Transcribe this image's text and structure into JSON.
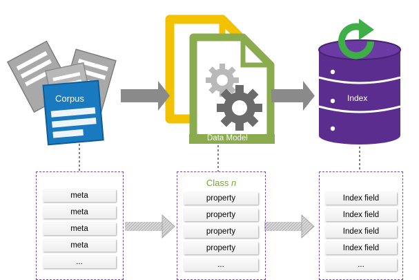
{
  "corpus": {
    "label": "Corpus"
  },
  "data_model": {
    "label": "Data Model"
  },
  "index": {
    "label": "Index"
  },
  "meta_list": {
    "items": [
      "meta",
      "meta",
      "meta",
      "meta",
      "..."
    ]
  },
  "class_list": {
    "title": "Class",
    "title_var": "n",
    "items": [
      "property",
      "property",
      "property",
      "property",
      "..."
    ]
  },
  "index_list": {
    "items": [
      "Index field",
      "Index field",
      "Index field",
      "Index field",
      "..."
    ]
  },
  "colors": {
    "corpus_blue": "#1a7abf",
    "data_model_green": "#8aac4f",
    "doc_yellow": "#f2c200",
    "index_purple": "#5b2d8e",
    "refresh_green": "#3fae49",
    "arrow_gray": "#8a8a8a",
    "dash_purple": "#7a4a9a"
  },
  "icons": {
    "corpus": "document-stack-icon",
    "data_model": "gear-document-icon",
    "index": "database-icon",
    "refresh": "refresh-icon"
  }
}
